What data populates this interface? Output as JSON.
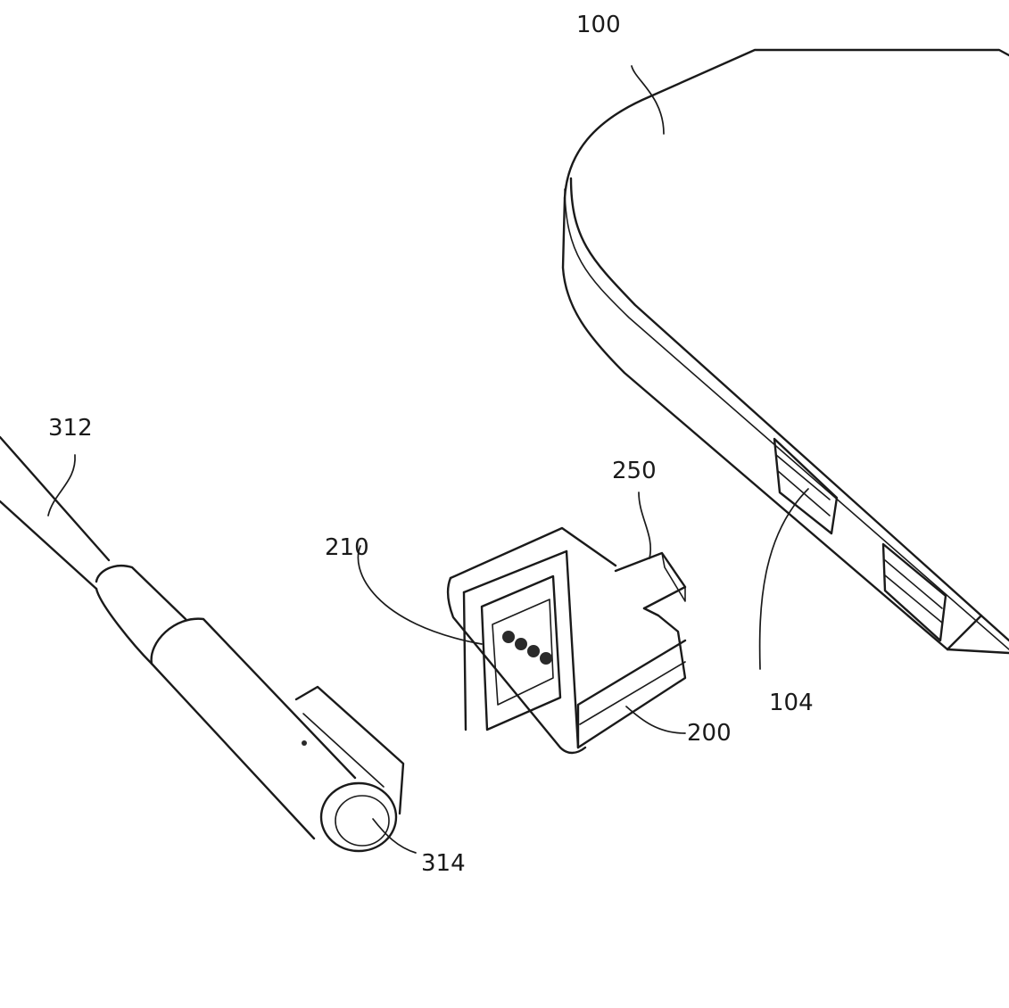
{
  "labels": {
    "device": "100",
    "port": "104",
    "adapter": "200",
    "adapter_receptacle": "210",
    "adapter_plug": "250",
    "cable": "312",
    "cable_connector": "314"
  },
  "colors": {
    "ink": "#1a1a1a",
    "background": "#ffffff"
  }
}
